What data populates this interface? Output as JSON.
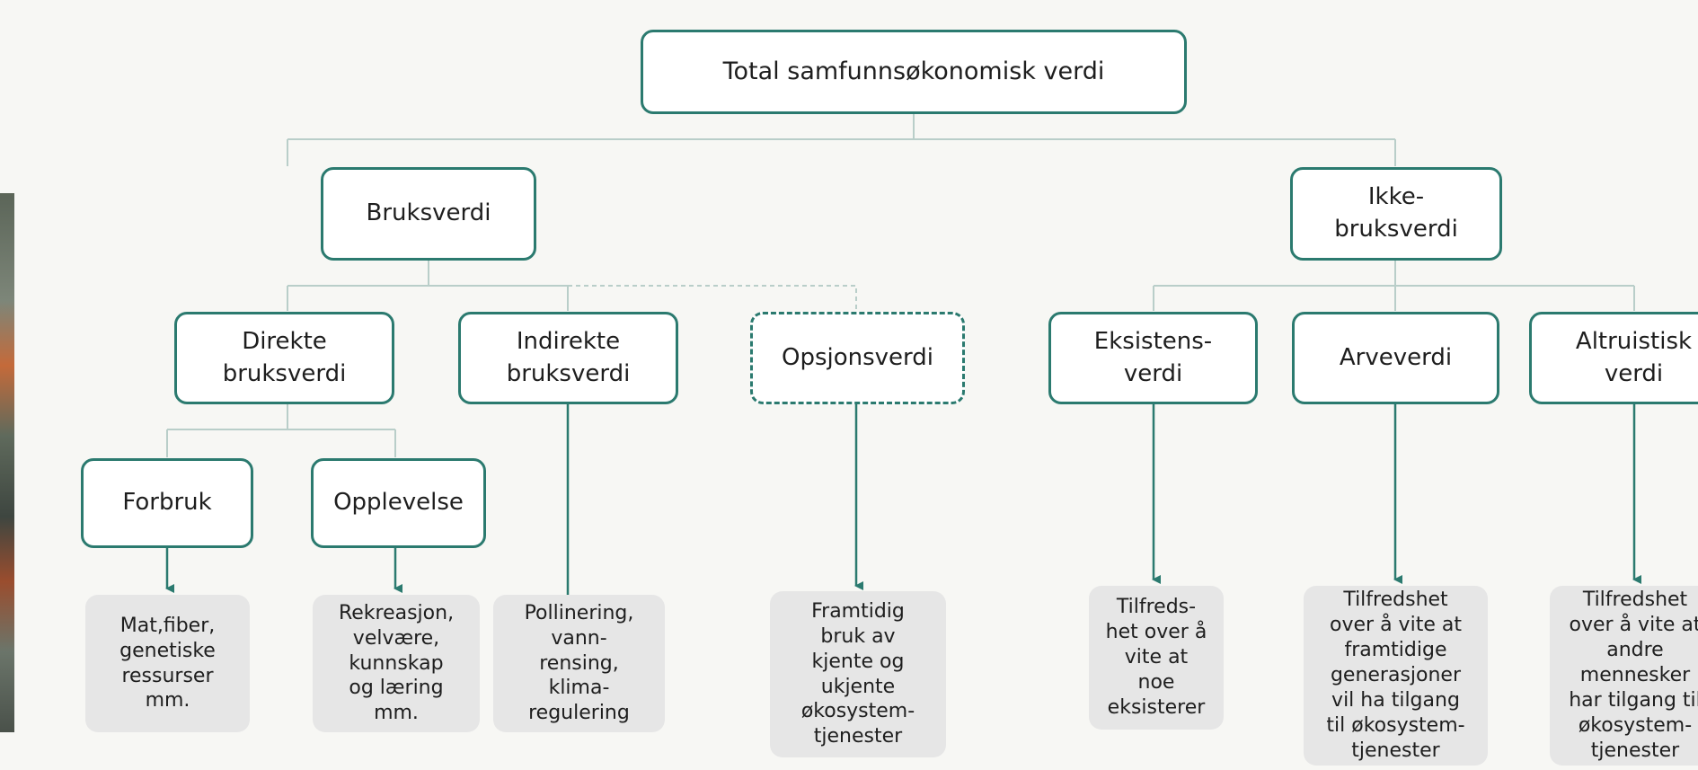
{
  "diagram": {
    "root": "Total samfunnsøkonomisk verdi",
    "use_value": "Bruksverdi",
    "non_use_value": "Ikke-\nbruksverdi",
    "direct_use": "Direkte\nbruksverdi",
    "indirect_use": "Indirekte\nbruksverdi",
    "option_value": "Opsjonsverdi",
    "existence_value": "Eksistens-\nverdi",
    "bequest_value": "Arveverdi",
    "altruistic_value": "Altruistisk\nverdi",
    "consumption": "Forbruk",
    "experience": "Opplevelse"
  },
  "examples": {
    "consumption": "Mat,fiber,\ngenetiske\nressurser\nmm.",
    "experience": "Rekreasjon,\nvelvære,\nkunnskap\nog læring\nmm.",
    "indirect": "Pollinering,\nvann-\nrensing,\nklima-\nregulering",
    "option": "Framtidig\nbruk av\nkjente og\nukjente\nøkosystem-\ntjenester",
    "existence": "Tilfreds-\nhet over å\nvite at\nnoe\neksisterer",
    "bequest": "Tilfredshet\nover å vite at\nframtidige\ngenerasjoner\nvil ha tilgang\ntil økosystem-\ntjenester",
    "altruistic": "Tilfredshet\nover å vite at\nandre\nmennesker\nhar tilgang til\nøkosystem-\ntjenester"
  },
  "colors": {
    "border": "#2b7a6f",
    "connector": "#b9cec9",
    "arrow": "#2b7a6f",
    "leaf_fill": "#e6e6e6",
    "background": "#f7f7f4"
  }
}
